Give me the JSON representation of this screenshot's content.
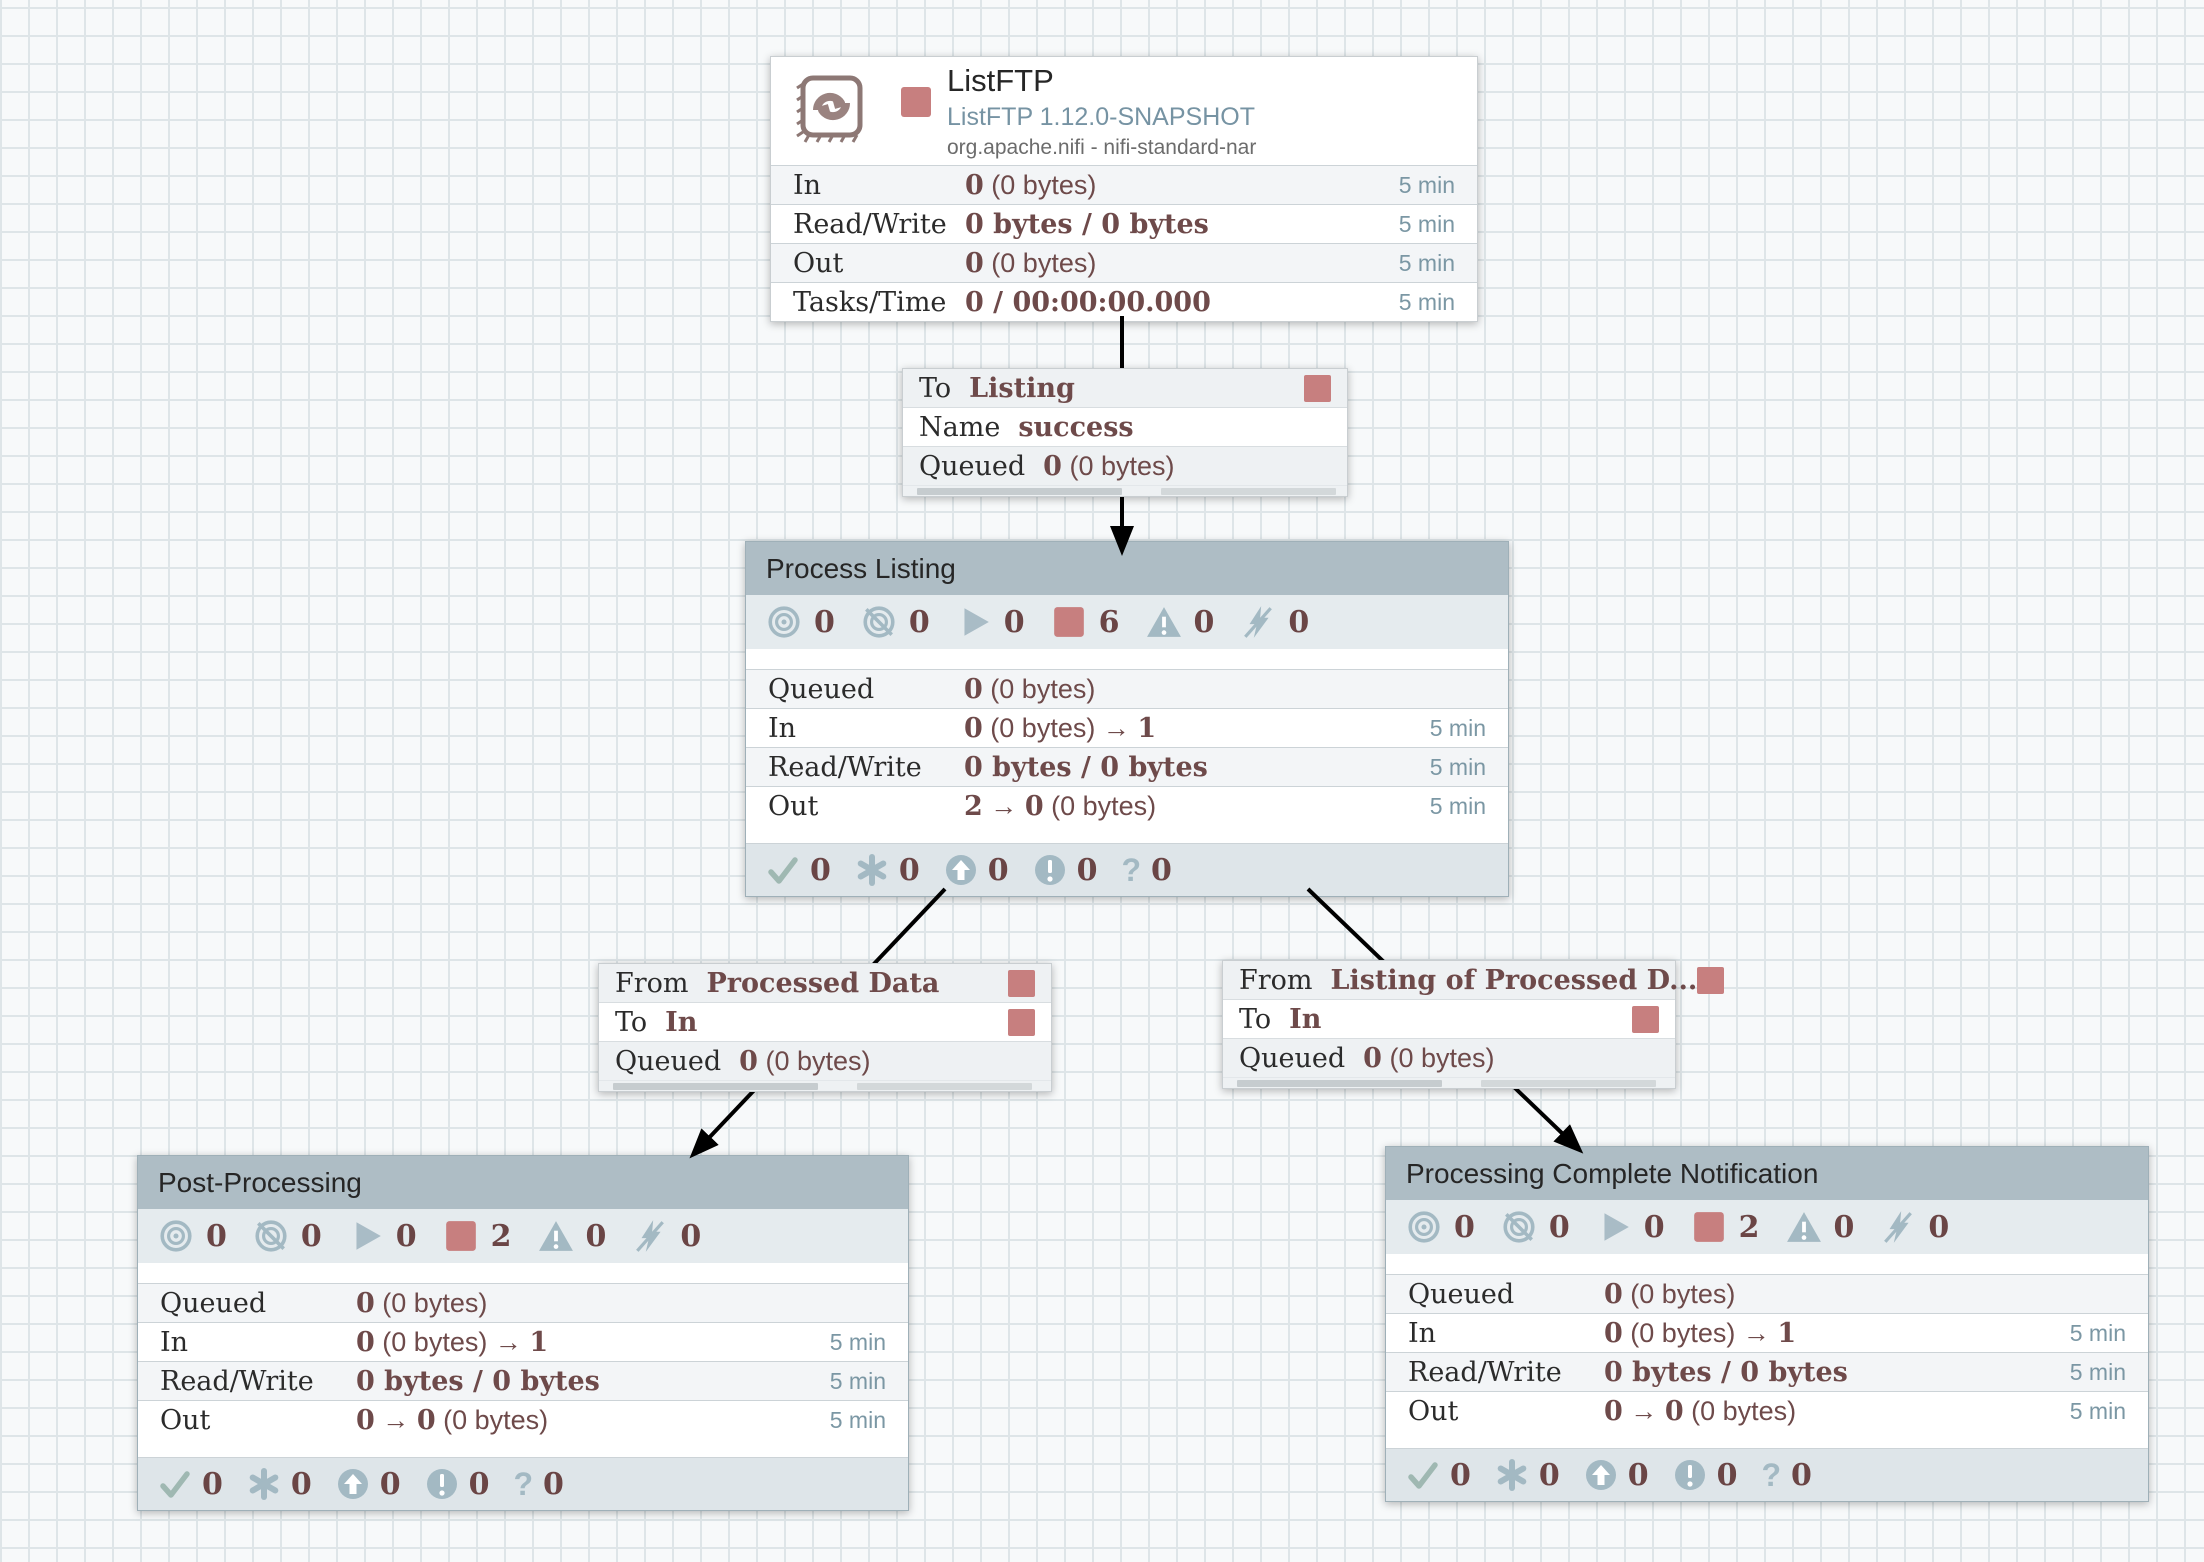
{
  "colors": {
    "accent_maroon": "#6e4a4a",
    "rose": "#c77f7f",
    "icon_blue_gray": "#a3b9c3",
    "group_header": "#aebdc5",
    "time_text": "#7b97a4",
    "arrow": "#000000"
  },
  "processor": {
    "name": "ListFTP",
    "type_version": "ListFTP 1.12.0-SNAPSHOT",
    "bundle": "org.apache.nifi - nifi-standard-nar",
    "rows": [
      {
        "label": "In",
        "s1": "0",
        "s2": " (0 bytes)",
        "time": "5 min"
      },
      {
        "label": "Read/Write",
        "s1": "0 bytes / 0 bytes",
        "time": "5 min"
      },
      {
        "label": "Out",
        "s1": "0",
        "s2": " (0 bytes)",
        "time": "5 min"
      },
      {
        "label": "Tasks/Time",
        "s1": "0 / 00:00:00.000",
        "time": "5 min"
      }
    ]
  },
  "connections": {
    "conn1": {
      "r1_label": "To",
      "r1_value": "Listing",
      "r2_label": "Name",
      "r2_value": "success",
      "r3_label": "Queued",
      "r3_bold": "0",
      "r3_rest": " (0 bytes)"
    },
    "conn2": {
      "r1_label": "From",
      "r1_value": "Processed Data",
      "r2_label": "To",
      "r2_value": "In",
      "r3_label": "Queued",
      "r3_bold": "0",
      "r3_rest": " (0 bytes)"
    },
    "conn3": {
      "r1_label": "From",
      "r1_value": "Listing of Processed D...",
      "r2_label": "To",
      "r2_value": "In",
      "r3_label": "Queued",
      "r3_bold": "0",
      "r3_rest": " (0 bytes)"
    }
  },
  "groups": {
    "process_listing": {
      "title": "Process Listing",
      "counts": {
        "transmitting": "0",
        "not_transmitting": "0",
        "running": "0",
        "stopped": "6",
        "invalid": "0",
        "disabled": "0"
      },
      "stats": {
        "queued": {
          "label": "Queued",
          "s1": "0",
          "s2": " (0 bytes)"
        },
        "in": {
          "label": "In",
          "s1": "0",
          "s2": " (0 bytes) → ",
          "s3": "1",
          "time": "5 min"
        },
        "rw": {
          "label": "Read/Write",
          "s1": "0 bytes / 0 bytes",
          "time": "5 min"
        },
        "out": {
          "label": "Out",
          "s1": "2",
          "s2": " → ",
          "s3": "0",
          "s4": " (0 bytes)",
          "time": "5 min"
        }
      },
      "versions": {
        "up_to_date": "0",
        "locally_modified": "0",
        "stale": "0",
        "sync_failure": "0",
        "unversioned": "0"
      }
    },
    "post_processing": {
      "title": "Post-Processing",
      "counts": {
        "transmitting": "0",
        "not_transmitting": "0",
        "running": "0",
        "stopped": "2",
        "invalid": "0",
        "disabled": "0"
      },
      "stats": {
        "queued": {
          "label": "Queued",
          "s1": "0",
          "s2": " (0 bytes)"
        },
        "in": {
          "label": "In",
          "s1": "0",
          "s2": " (0 bytes) → ",
          "s3": "1",
          "time": "5 min"
        },
        "rw": {
          "label": "Read/Write",
          "s1": "0 bytes / 0 bytes",
          "time": "5 min"
        },
        "out": {
          "label": "Out",
          "s1": "0",
          "s2": " → ",
          "s3": "0",
          "s4": " (0 bytes)",
          "time": "5 min"
        }
      },
      "versions": {
        "up_to_date": "0",
        "locally_modified": "0",
        "stale": "0",
        "sync_failure": "0",
        "unversioned": "0"
      }
    },
    "complete_notification": {
      "title": "Processing Complete Notification",
      "counts": {
        "transmitting": "0",
        "not_transmitting": "0",
        "running": "0",
        "stopped": "2",
        "invalid": "0",
        "disabled": "0"
      },
      "stats": {
        "queued": {
          "label": "Queued",
          "s1": "0",
          "s2": " (0 bytes)"
        },
        "in": {
          "label": "In",
          "s1": "0",
          "s2": " (0 bytes) → ",
          "s3": "1",
          "time": "5 min"
        },
        "rw": {
          "label": "Read/Write",
          "s1": "0 bytes / 0 bytes",
          "time": "5 min"
        },
        "out": {
          "label": "Out",
          "s1": "0",
          "s2": " → ",
          "s3": "0",
          "s4": " (0 bytes)",
          "time": "5 min"
        }
      },
      "versions": {
        "up_to_date": "0",
        "locally_modified": "0",
        "stale": "0",
        "sync_failure": "0",
        "unversioned": "0"
      }
    }
  }
}
